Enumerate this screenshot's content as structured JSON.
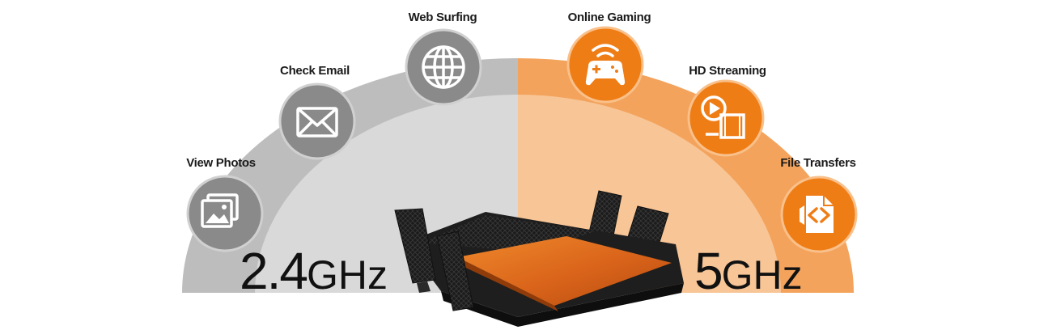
{
  "bands": {
    "low": {
      "number": "2.4",
      "unit": "GHz",
      "color": "#bdbdbe",
      "inner_color": "#d9d9da"
    },
    "high": {
      "number": "5",
      "unit": "GHz",
      "color": "#f3a35c",
      "inner_color": "#f8c596"
    }
  },
  "icons": [
    {
      "label": "View Photos",
      "icon": "photos-icon",
      "band": "low"
    },
    {
      "label": "Check Email",
      "icon": "envelope-icon",
      "band": "low"
    },
    {
      "label": "Web Surfing",
      "icon": "globe-icon",
      "band": "low"
    },
    {
      "label": "Online Gaming",
      "icon": "gamepad-icon",
      "band": "high"
    },
    {
      "label": "HD Streaming",
      "icon": "video-icon",
      "band": "high"
    },
    {
      "label": "File Transfers",
      "icon": "file-transfer-icon",
      "band": "high"
    }
  ],
  "colors": {
    "gray_circle": "#8a8a8a",
    "orange_circle": "#ef7d16",
    "router_body": "#1e1e1e",
    "router_accent": "#e8731c"
  }
}
